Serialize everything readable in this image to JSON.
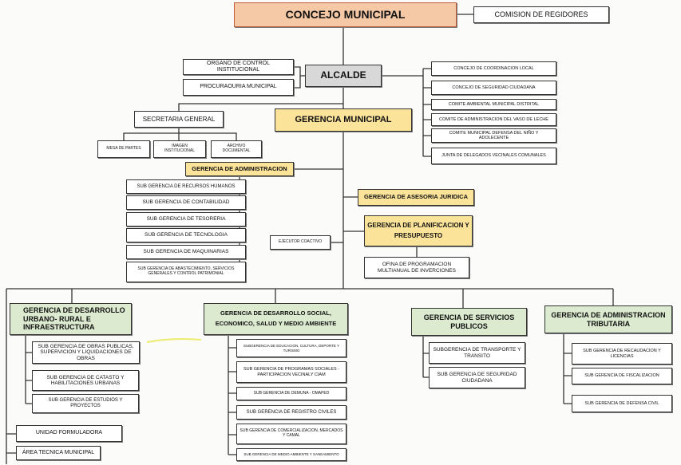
{
  "colors": {
    "concejo_fill": "#f5c8a6",
    "concejo_border": "#c25a3c",
    "gerencia_yellow": "#fbe39a",
    "gerencia_green": "#dcebd0",
    "alcalde_gray": "#d8d8d8",
    "line": "#333333"
  },
  "nodes": {
    "concejo": "CONCEJO MUNICIPAL",
    "comision": "COMISION DE REGIDORES",
    "organo_control": "ORGANO DE CONTROL INSTITUCIONAL",
    "procuraduria": "PROCURAOURIA MUNICIPAL",
    "alcalde": "ALCALDE",
    "concejo_coordinacion": "CONCEJO DE COORDINACION LOCAL",
    "concejo_seguridad": "CONCEJO DE SEGURIDAD CIUDADANA",
    "comite_ambiental": "COMITE AMBIENTAL MUNICIPAL DISTRITAL",
    "comite_vaso": "COMITE DE ADMINISTRACION DEL VASO DE LECHE",
    "comite_defensa": "COMITE MUNICIPAL DEFENSA DEL NIÑO Y ADOLECENTE",
    "junta_delegados": "JUNTA DE DELEGADOS VECINALES COMUNALES",
    "secretaria": "SECRETARIA GENERAL",
    "gerencia_municipal": "GERENCIA MUNICIPAL",
    "mesa_partes": "MESA DE PARTES",
    "imagen": "IMAGEN INSTITUCIONAL",
    "archivo": "ARCHIVO DOCUMENTAL",
    "ger_admin": "GERENCIA DE ADMINISTRACION",
    "sg_rrhh": "SUB GERENCIA DE RECURSOS HUMANOS",
    "sg_contabilidad": "SUB GERENCIA DE CONTABILIDAD",
    "sg_tesoreria": "SUB GERENCIA DE TESORERIA",
    "sg_tecnologia": "SUB GERENCIA DE TECNOLOGIA",
    "sg_maquinarias": "SUB GERENCIA DE MAQUINARIAS",
    "sg_abastecimiento": "SUB GERENCIA DE ABASTECIMIENTO, SERVICIOS GENERALES Y CONTROL PATRIMONIAL",
    "ger_asesoria": "GERENCIA DE ASESORIA JURIDICA",
    "ejecutor": "EJECUTOR COACTIVO",
    "ger_planificacion": "GERENCIA DE PLANIFICACION Y PRESUPUESTO",
    "opmi": "OFINA DE PROGRAMACION MULTIANUAL DE INVERCIONES",
    "ger_desarrollo_urbano": "GERENCIA DE DESARROLLO URBANO- RURAL E INFRAESTRUCTURA",
    "sg_obras": "SUB GERENCIA DE OBRAS PUBLICAS, SUPERVICION Y LIQUIDACIONES DE OBRAS",
    "sg_catastro": "SUB GERENCIA DE CATASTO Y HABILITACIONES URBANAS",
    "sg_estudios": "SUB GERENCIA DE ESTUDIOS Y PROYECTOS",
    "unidad_formuladora": "UNIDAD FORMULADORA",
    "area_tecnica": "ÁREA TECNICA MUNICIPAL",
    "ger_desarrollo_social": "GERENCIA DE DESARROLLO SOCIAL, ECONOMICO, SALUD Y MEDIO AMBIENTE",
    "sg_educacion": "SUBGERENCIA DE EDUCACION, CULTURA, DEPORTE Y TURISMO",
    "sg_programas": "SUB GERENCIA DE PROGRAMAS SOCIALES - PARTICIPACION VECINALY CIAM",
    "sg_demuna": "SUB GERENCIA DE DEMUNA - OMAPED",
    "sg_registro": "SUB GERENCIA DE REGISTRO CIVILES",
    "sg_comercializacion": "SUB GERENCIA DE COMERCIALIZACION, MERCADOS Y CAMAL",
    "sg_medio_ambiente": "SUB GERENCIA DE MEDIO AMBIENTE Y SANEAMIENTO",
    "ger_servicios": "GERENCIA DE SERVICIOS PUBLICOS",
    "sg_transporte": "SUBGERENCIA DE TRANSPORTE Y TRANSITO",
    "sg_seguridad": "SUB GERENCIA DE SEGURIDAD CIUDADANA",
    "ger_tributaria": "GERENCIA DE ADMINISTRACION TRIBUTARIA",
    "sg_recaudacion": "SUB GERENCIA DE RECAUDACION Y LICENCIAS",
    "sg_fiscalizacion": "SUB GERENCIA DE FISCALIZACION",
    "sg_defensa_civil": "SUB GERENCIA DE DEFENSA CIVIL"
  }
}
